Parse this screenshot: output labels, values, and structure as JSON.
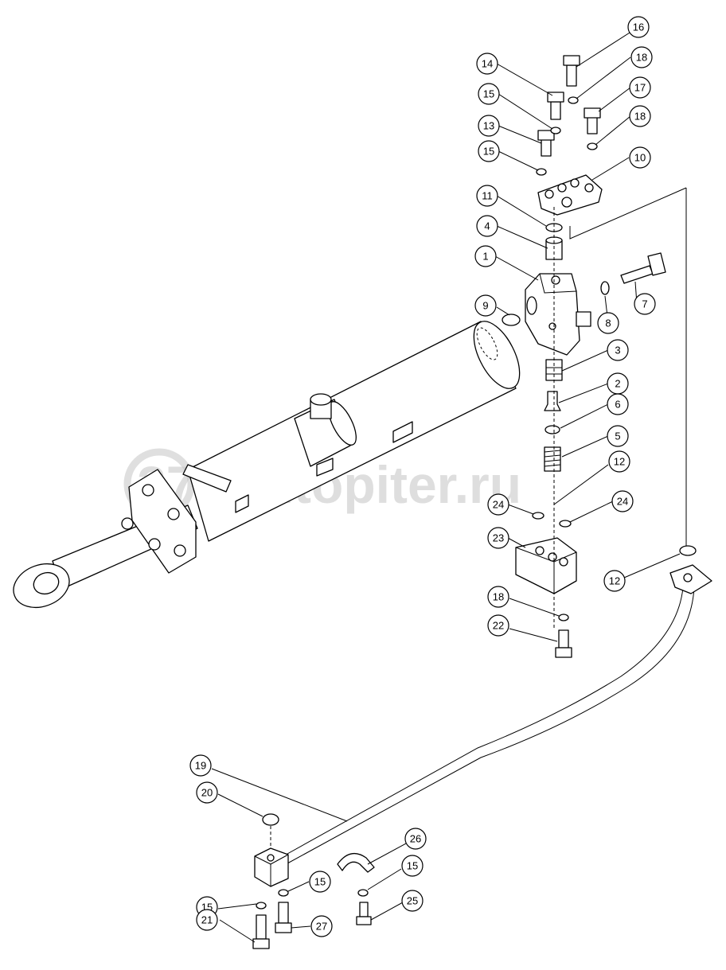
{
  "watermark": {
    "text": "autopiter.ru",
    "logo_glyph": "27"
  },
  "callouts": [
    {
      "id": "c16a",
      "label": "16"
    },
    {
      "id": "c18a",
      "label": "18"
    },
    {
      "id": "c14",
      "label": "14"
    },
    {
      "id": "c17",
      "label": "17"
    },
    {
      "id": "c15a",
      "label": "15"
    },
    {
      "id": "c18b",
      "label": "18"
    },
    {
      "id": "c13",
      "label": "13"
    },
    {
      "id": "c15b",
      "label": "15"
    },
    {
      "id": "c10",
      "label": "10"
    },
    {
      "id": "c11",
      "label": "11"
    },
    {
      "id": "c4",
      "label": "4"
    },
    {
      "id": "c1",
      "label": "1"
    },
    {
      "id": "c7",
      "label": "7"
    },
    {
      "id": "c9",
      "label": "9"
    },
    {
      "id": "c8",
      "label": "8"
    },
    {
      "id": "c3",
      "label": "3"
    },
    {
      "id": "c2",
      "label": "2"
    },
    {
      "id": "c6",
      "label": "6"
    },
    {
      "id": "c5",
      "label": "5"
    },
    {
      "id": "c12a",
      "label": "12"
    },
    {
      "id": "c24a",
      "label": "24"
    },
    {
      "id": "c24b",
      "label": "24"
    },
    {
      "id": "c23",
      "label": "23"
    },
    {
      "id": "c12b",
      "label": "12"
    },
    {
      "id": "c18c",
      "label": "18"
    },
    {
      "id": "c22",
      "label": "22"
    },
    {
      "id": "c19",
      "label": "19"
    },
    {
      "id": "c20",
      "label": "20"
    },
    {
      "id": "c26",
      "label": "26"
    },
    {
      "id": "c15c",
      "label": "15"
    },
    {
      "id": "c15d",
      "label": "15"
    },
    {
      "id": "c15e",
      "label": "15"
    },
    {
      "id": "c25",
      "label": "25"
    },
    {
      "id": "c21",
      "label": "21"
    },
    {
      "id": "c27",
      "label": "27"
    }
  ]
}
